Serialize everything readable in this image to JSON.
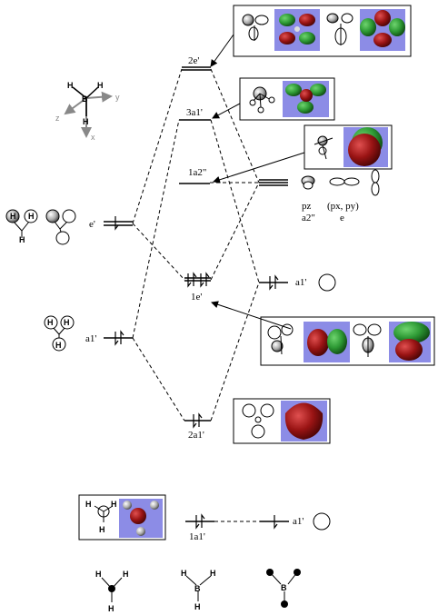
{
  "axes": {
    "y": "y",
    "z": "z",
    "x": "x"
  },
  "bh3_atoms": {
    "b": "B",
    "h1": "H",
    "h2": "H",
    "h3": "H"
  },
  "levels": {
    "2e": "2e'",
    "3a1": "3a1'",
    "1a2": "1a2\"",
    "1e": "1e'",
    "2a1": "2a1'",
    "1a1": "1a1'"
  },
  "fragments": {
    "h3_e": "e'",
    "h3_a1": "a1'",
    "b_a1": "a1'",
    "b_pz": "pz",
    "b_a2": "a2\"",
    "b_pxpy": "(px, py)",
    "b_e": "e",
    "bottom_a1": "a1'"
  },
  "h_labels": [
    "H",
    "H",
    "H",
    "H",
    "H",
    "H",
    "H"
  ],
  "bottom_molecules": {
    "m1": [
      "H",
      "H",
      "H"
    ],
    "m2": [
      "H",
      "B",
      "H",
      "H"
    ],
    "m3": [
      "B"
    ]
  },
  "colors": {
    "green": "#2e9a35",
    "red": "#8e0f0f",
    "bg_blue": "#8c8ce6",
    "dash": "#000000"
  }
}
